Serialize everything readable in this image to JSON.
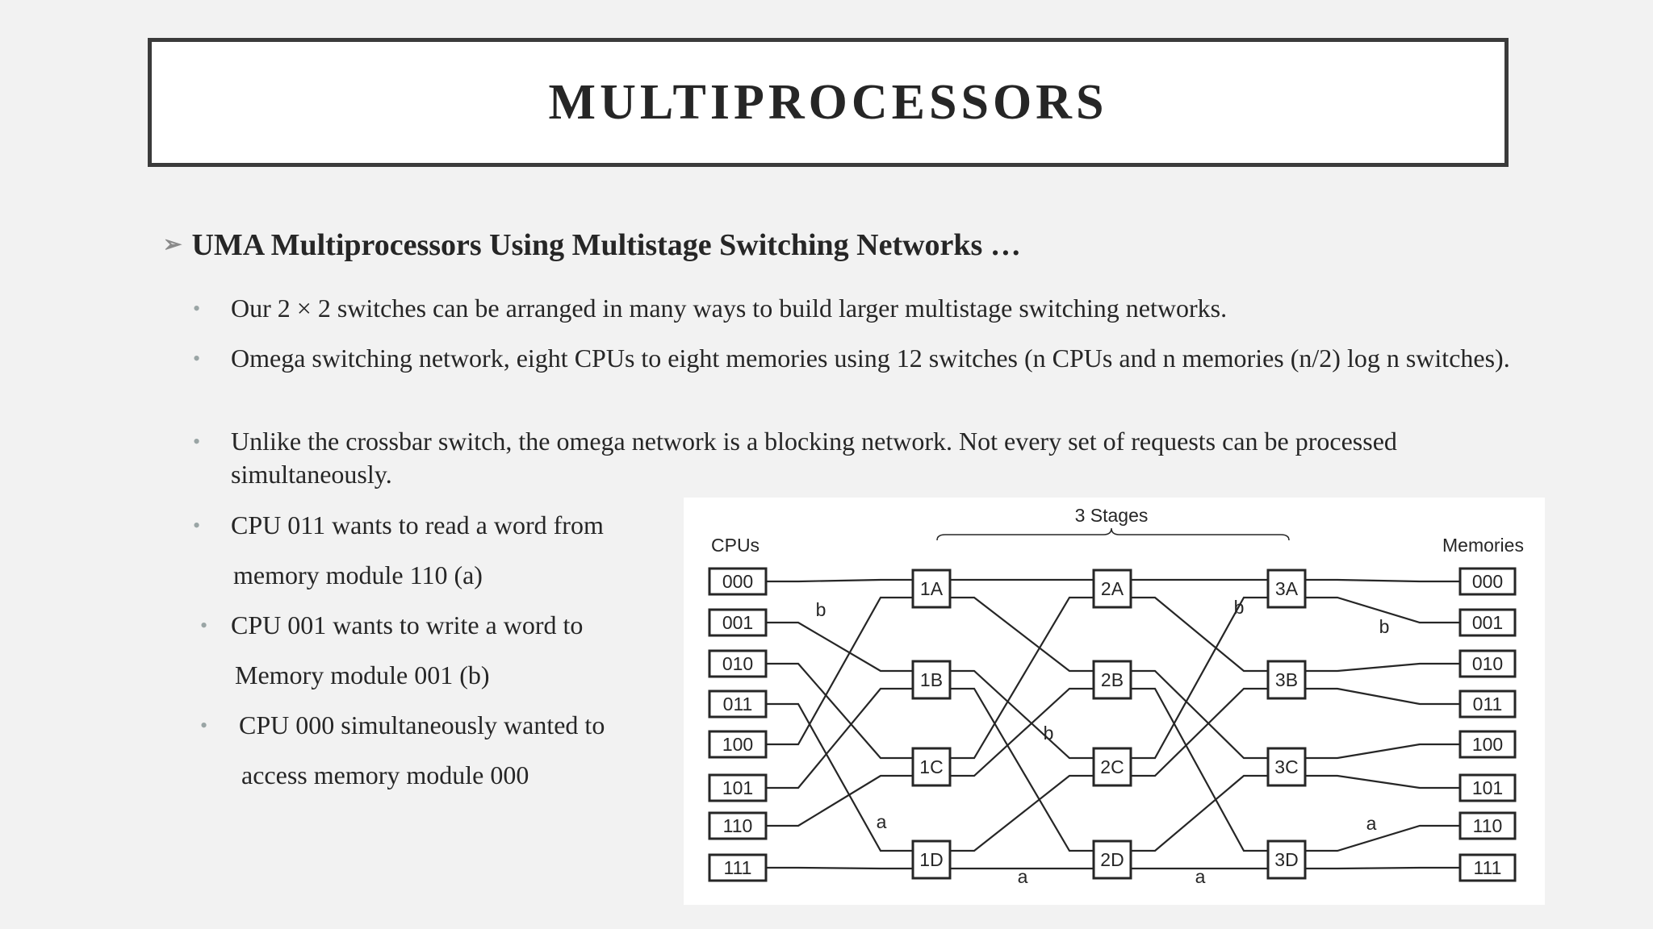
{
  "slide": {
    "title": "MULTIPROCESSORS",
    "heading": "UMA Multiprocessors Using Multistage Switching Networks …",
    "heading_marker": "➢",
    "bullet_marker": "•",
    "bullets": [
      "Our 2 × 2 switches can be arranged in many ways to build larger multistage switching networks.",
      "Omega switching network, eight CPUs to eight memories using 12 switches (n CPUs and n memories (n/2) log n switches).",
      "Unlike the crossbar switch, the omega network is a blocking network. Not every set of requests can be processed simultaneously."
    ],
    "example_lines": [
      "CPU 011 wants to read a word from",
      "memory module 110 (a)",
      "CPU 001 wants to write a word to",
      "Memory module 001 (b)",
      "CPU 000 simultaneously wanted to",
      "access memory module 000"
    ]
  },
  "diagram": {
    "stages_label": "3 Stages",
    "cpus_label": "CPUs",
    "memories_label": "Memories",
    "cpus": [
      "000",
      "001",
      "010",
      "011",
      "100",
      "101",
      "110",
      "111"
    ],
    "memories": [
      "000",
      "001",
      "010",
      "011",
      "100",
      "101",
      "110",
      "111"
    ],
    "stage1": [
      "1A",
      "1B",
      "1C",
      "1D"
    ],
    "stage2": [
      "2A",
      "2B",
      "2C",
      "2D"
    ],
    "stage3": [
      "3A",
      "3B",
      "3C",
      "3D"
    ],
    "path_labels": [
      "b",
      "b",
      "b",
      "b",
      "a",
      "a",
      "a",
      "a"
    ]
  }
}
